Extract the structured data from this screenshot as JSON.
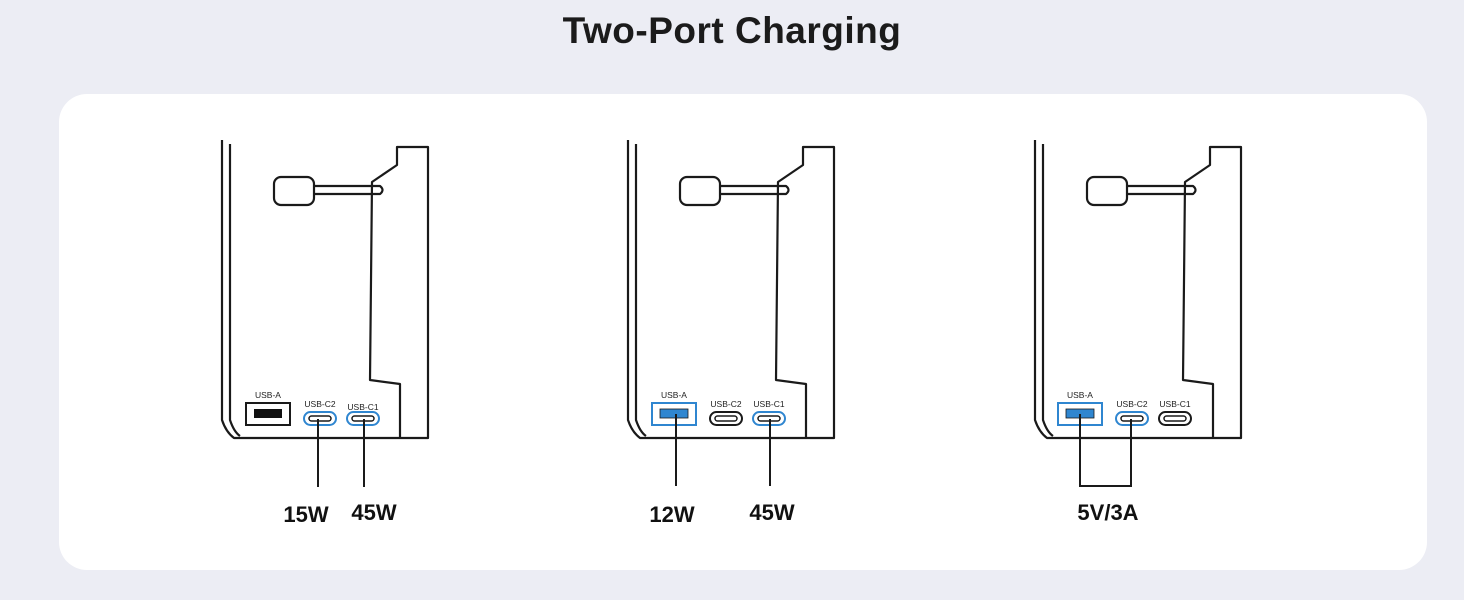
{
  "title": "Two-Port Charging",
  "colors": {
    "accent_blue": "#2f86d0",
    "line": "#1a1a1a",
    "background": "#ecedf4",
    "card": "#ffffff"
  },
  "port_labels": {
    "usb_a": "USB-A",
    "usb_c2": "USB-C2",
    "usb_c1": "USB-C1"
  },
  "configs": [
    {
      "active_ports": [
        "usb_c2",
        "usb_c1"
      ],
      "outputs": [
        "15W",
        "45W"
      ]
    },
    {
      "active_ports": [
        "usb_a",
        "usb_c1"
      ],
      "outputs": [
        "12W",
        "45W"
      ]
    },
    {
      "active_ports": [
        "usb_a",
        "usb_c2"
      ],
      "outputs": [
        "5V/3A"
      ]
    }
  ]
}
